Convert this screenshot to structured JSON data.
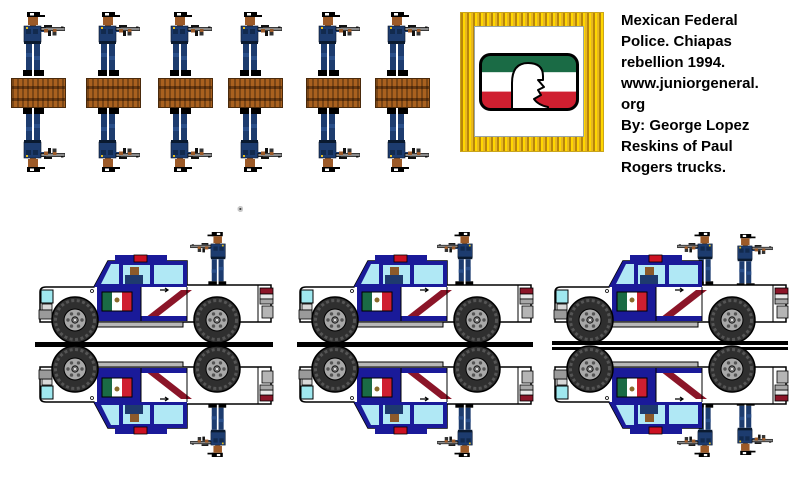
{
  "info": {
    "lines": [
      "Mexican Federal",
      "Police. Chiapas",
      "rebellion  1994.",
      "www.juniorgeneral.",
      "org",
      "By: George Lopez",
      "Reskins of Paul",
      "Rogers trucks."
    ]
  },
  "flag": {
    "fringe_gold": "#e8b820",
    "field_color": "#ffffff",
    "emblem": {
      "stripe_green": "#1a6b45",
      "stripe_white": "#ffffff",
      "stripe_red": "#cf1f30",
      "silhouette": "helmeted-soldier-head"
    }
  },
  "soldiers": {
    "count": 6,
    "mirrored_fold_over": true
  },
  "trucks": {
    "count": 3,
    "bed_soldiers_per_truck": [
      1,
      1,
      2
    ],
    "mirrored_fold_over": true,
    "door_emblem": "mexican-flag"
  },
  "colors": {
    "uniform_blue": "#1d3c6f",
    "truck_cab_blue": "#1a1a99",
    "stripe_maroon": "#8b1528",
    "wood_base_brown": "#a9611f",
    "window_blue": "#b0e8f5",
    "tire_gray": "#2f2f2f",
    "ground_line": "#000000"
  }
}
